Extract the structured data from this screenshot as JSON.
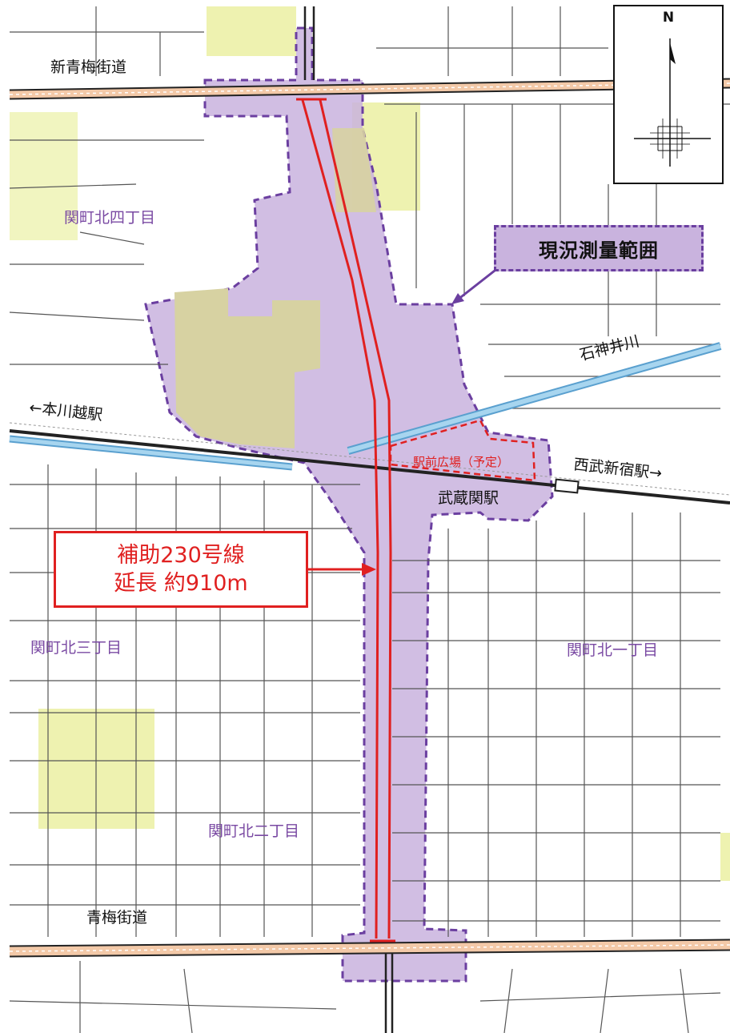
{
  "roads": {
    "shin_ome": "新青梅街道",
    "ome": "青梅街道"
  },
  "districts": {
    "kita4": "関町北四丁目",
    "kita3": "関町北三丁目",
    "kita2": "関町北二丁目",
    "kita1": "関町北一丁目"
  },
  "river": "石神井川",
  "stations": {
    "musashiseki": "武蔵関駅",
    "honkawagoe": "←本川越駅",
    "seibu_shinjuku": "西武新宿駅→"
  },
  "plaza_label": "駅前広場（予定）",
  "survey_label": "現況測量範囲",
  "route": {
    "line1": "補助230号線",
    "line2": "延長 約910m"
  },
  "compass": {
    "north": "N"
  },
  "colors": {
    "survey_fill": "#c9b3de",
    "survey_border": "#6b3fa0",
    "route_red": "#e02020",
    "park_green": "#eef2b0",
    "school_olive": "#d7d2a2",
    "river_blue": "#8ec6e6",
    "road_main": "#f3c9a8"
  }
}
